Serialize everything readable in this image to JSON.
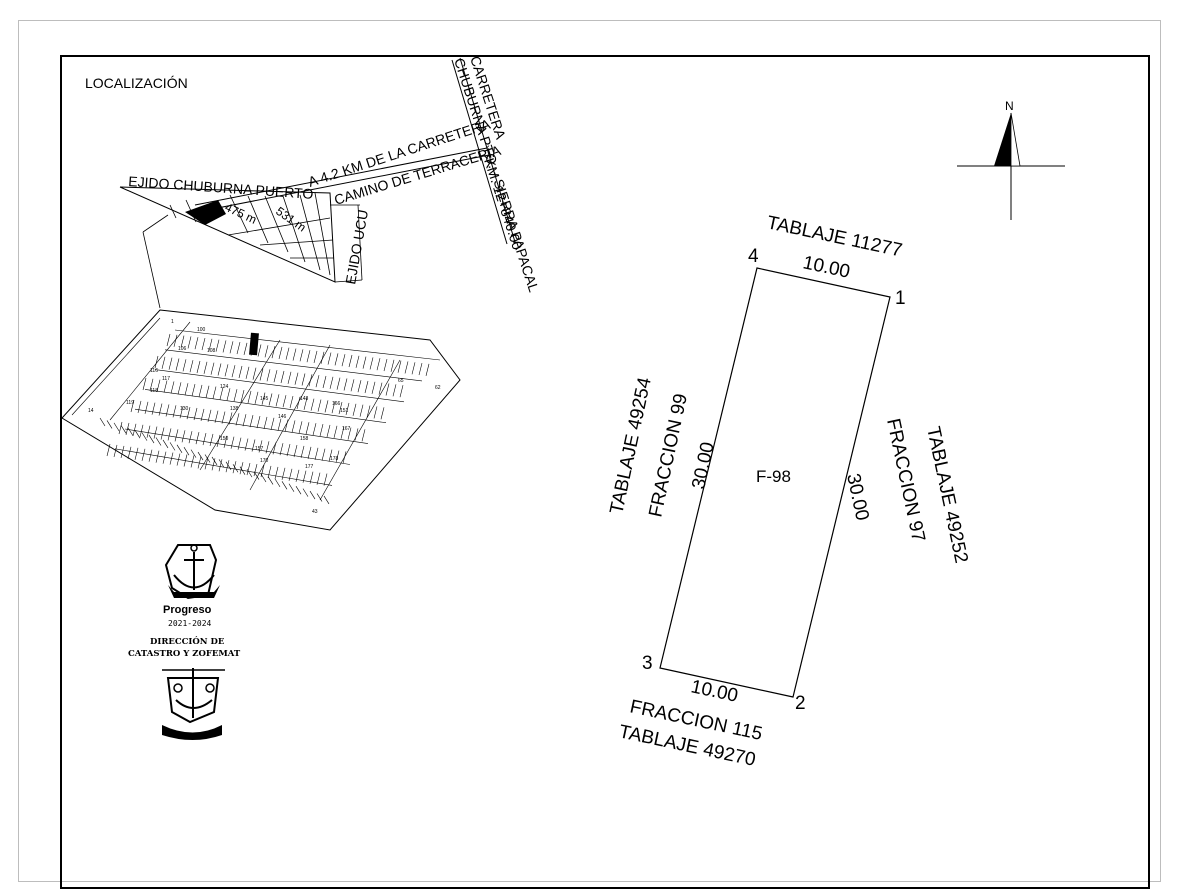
{
  "title": "LOCALIZACIÓN",
  "north": {
    "label": "N"
  },
  "location_map": {
    "ejido_chuburna": "EJIDO CHUBURNA PUERTO",
    "road_note": "A 4.2 KM DE LA CARRETERA",
    "dirt_road": "CAMINO DE TERRACERÍA",
    "highway_line1": "CARRETERA",
    "highway_line2": "CHUBURNA PTO. - SIERRA PAPACAL",
    "highway_km": "KM. 12+840.00",
    "dist_1": "475 m",
    "dist_2": "531 m",
    "ejido_ucu": "EJIDO UCU"
  },
  "subdivision_map": {
    "lot_numbers": [
      "1",
      "14",
      "43",
      "62",
      "65",
      "100",
      "106",
      "108",
      "116",
      "117",
      "118",
      "119",
      "124",
      "130",
      "138",
      "145",
      "146",
      "148",
      "150",
      "151",
      "157",
      "158",
      "166",
      "167",
      "170",
      "177",
      "178"
    ]
  },
  "seal": {
    "city": "Progreso",
    "years": "2021-2024",
    "dept_line1": "DIRECCIÓN DE",
    "dept_line2": "CATASTRO Y ZOFEMAT"
  },
  "parcel": {
    "id": "F-98",
    "vertices": [
      "1",
      "2",
      "3",
      "4"
    ],
    "top_neighbor": "TABLAJE 11277",
    "top_dim": "10.00",
    "bottom_dim": "10.00",
    "bottom_fraction": "FRACCION 115",
    "bottom_tablaje": "TABLAJE 49270",
    "left_tablaje": "TABLAJE 49254",
    "left_fraction": "FRACCION 99",
    "left_dim": "30.00",
    "right_dim": "30.00",
    "right_fraction": "FRACCION 97",
    "right_tablaje": "TABLAJE 49252"
  }
}
